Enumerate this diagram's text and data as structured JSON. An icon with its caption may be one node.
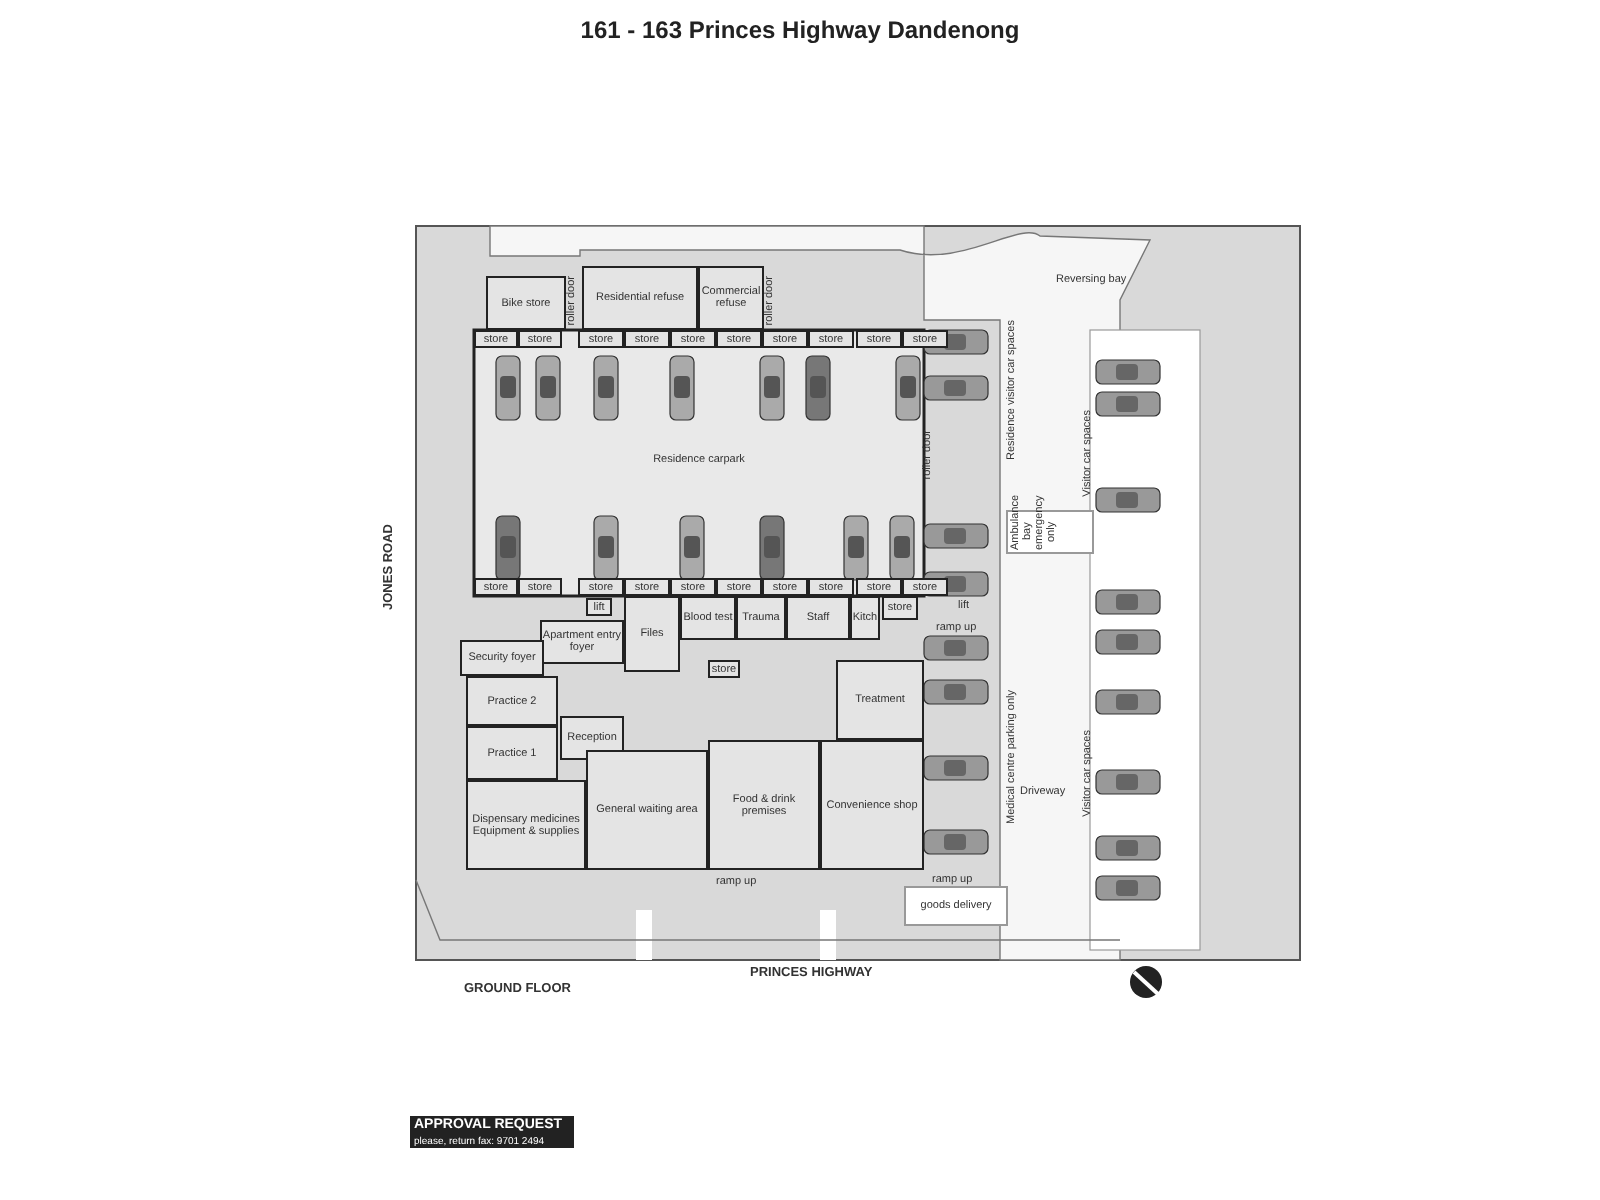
{
  "diagram": {
    "title": "161 - 163 Princes Highway Dandenong",
    "nodes": [
      {
        "text": [
          "Bike store"
        ]
      },
      {
        "text": [
          "Residential refuse"
        ]
      },
      {
        "text": [
          "Commercial refuse"
        ]
      },
      {
        "text": [
          "store"
        ]
      },
      {
        "text": [
          "store"
        ]
      },
      {
        "text": [
          "store"
        ]
      },
      {
        "text": [
          "store"
        ]
      },
      {
        "text": [
          "store"
        ]
      },
      {
        "text": [
          "store"
        ]
      },
      {
        "text": [
          "store"
        ]
      },
      {
        "text": [
          "store"
        ]
      },
      {
        "text": [
          "store"
        ]
      },
      {
        "text": [
          "store"
        ]
      },
      {
        "text": [
          "Residence carpark"
        ]
      },
      {
        "text": [
          "store"
        ]
      },
      {
        "text": [
          "store"
        ]
      },
      {
        "text": [
          "store"
        ]
      },
      {
        "text": [
          "store"
        ]
      },
      {
        "text": [
          "store"
        ]
      },
      {
        "text": [
          "store"
        ]
      },
      {
        "text": [
          "store"
        ]
      },
      {
        "text": [
          "store"
        ]
      },
      {
        "text": [
          "store"
        ]
      },
      {
        "text": [
          "store"
        ]
      },
      {
        "text": [
          "Apartment entry foyer"
        ]
      },
      {
        "text": [
          "lift"
        ]
      },
      {
        "text": [
          "Files"
        ]
      },
      {
        "text": [
          "Blood test"
        ]
      },
      {
        "text": [
          "Trauma"
        ]
      },
      {
        "text": [
          "Staff"
        ]
      },
      {
        "text": [
          "Kitch"
        ]
      },
      {
        "text": [
          "store"
        ]
      },
      {
        "text": [
          "Security foyer"
        ]
      },
      {
        "text": [
          "Practice 2"
        ]
      },
      {
        "text": [
          "Practice 1"
        ]
      },
      {
        "text": [
          "Reception"
        ]
      },
      {
        "text": [
          "Dispensary medicines Equipment & supplies"
        ]
      },
      {
        "text": [
          "store"
        ]
      },
      {
        "text": [
          "Treatment"
        ]
      },
      {
        "text": [
          "General waiting area"
        ]
      },
      {
        "text": [
          "Food & drink premises"
        ]
      },
      {
        "text": [
          "Convenience shop"
        ]
      },
      {
        "text": [
          "goods delivery"
        ]
      }
    ],
    "labels": [
      "roller door",
      "roller door",
      "roller door",
      "Reversing bay",
      "Residence visitor car spaces",
      "Visitor car spaces",
      "Ambulance bay emergency only",
      "lift",
      "ramp up",
      "Medical centre parking only",
      "Driveway",
      "Visitor car spaces",
      "JONES ROAD",
      "ramp up",
      "ramp up",
      "PRINCES HIGHWAY",
      "GROUND FLOOR",
      "APPROVAL REQUEST",
      "please, return fax: 9701 2494"
    ]
  }
}
